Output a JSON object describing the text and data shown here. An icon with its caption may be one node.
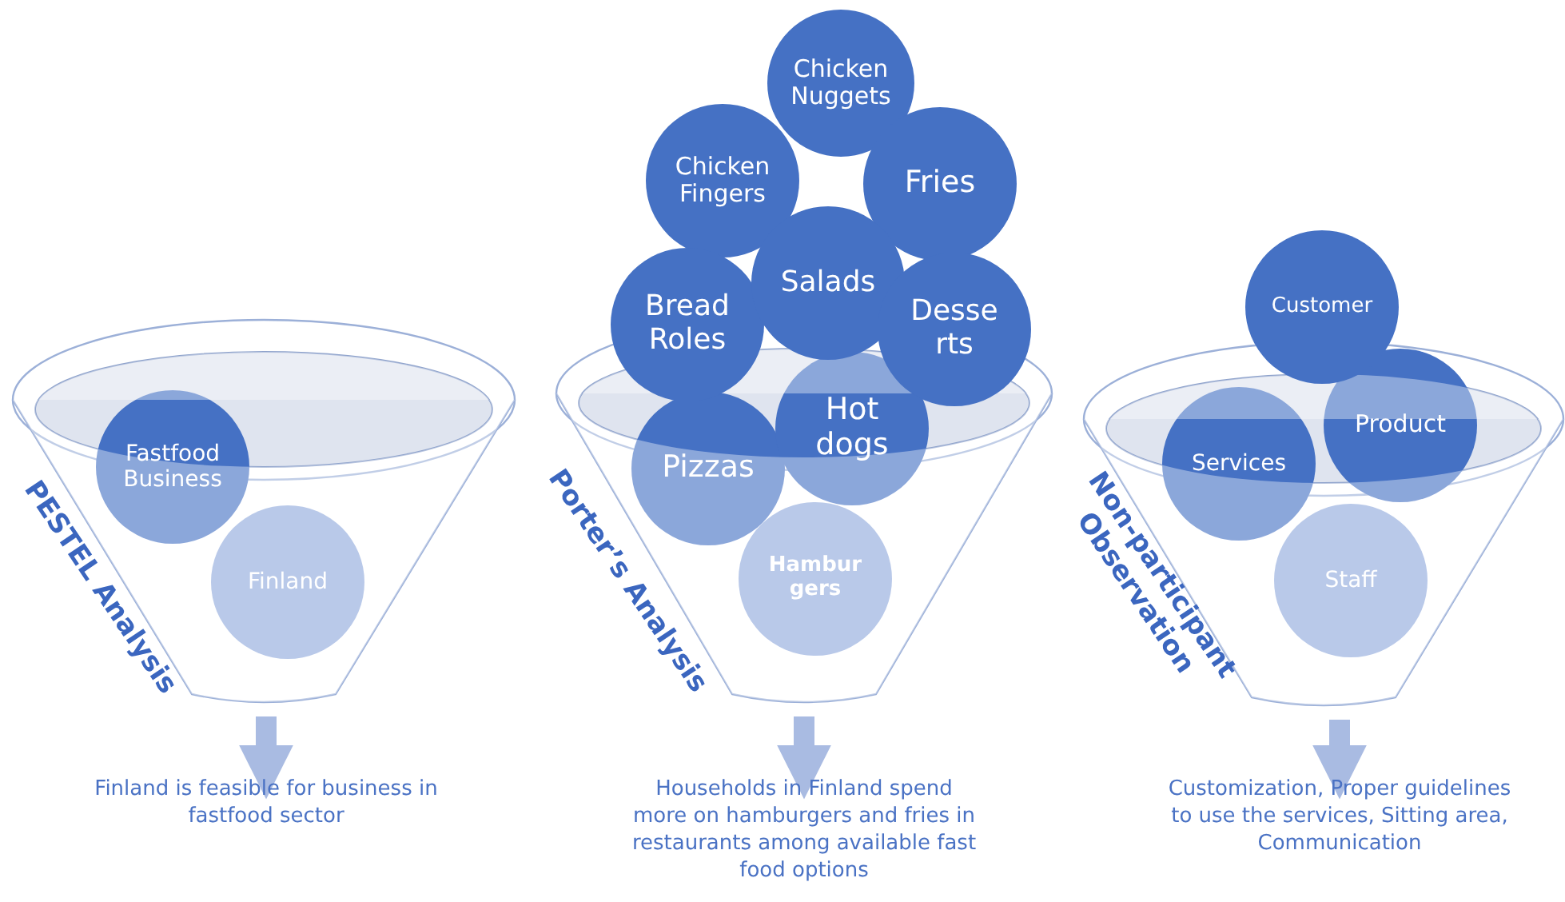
{
  "diagram": {
    "nodes": [
      {
        "text": [
          "PESTEL Analysis"
        ]
      },
      {
        "text": [
          "Fastfood Business"
        ],
        "in": 0
      },
      {
        "text": [
          "Finland"
        ],
        "in": 0
      },
      {
        "text": [
          "Finland is feasible for business in fastfood sector"
        ]
      },
      {
        "text": [
          "Porter’s Analysis"
        ]
      },
      {
        "text": [
          "Chicken Nuggets"
        ]
      },
      {
        "text": [
          "Chicken Fingers"
        ]
      },
      {
        "text": [
          "Fries"
        ]
      },
      {
        "text": [
          "Bread Roles"
        ]
      },
      {
        "text": [
          "Salads"
        ]
      },
      {
        "text": [
          "Desse rts"
        ]
      },
      {
        "text": [
          "Pizzas"
        ],
        "in": 4
      },
      {
        "text": [
          "Hot dogs"
        ],
        "in": 4
      },
      {
        "text": [
          "Hambur gers"
        ],
        "in": 4
      },
      {
        "text": [
          "Households in Finland spend more on hamburgers and fries in restaurants among available fast food options"
        ]
      },
      {
        "text": [
          "Non-participant Observation"
        ]
      },
      {
        "text": [
          "Customer"
        ]
      },
      {
        "text": [
          "Services"
        ],
        "in": 15
      },
      {
        "text": [
          "Product"
        ],
        "in": 15
      },
      {
        "text": [
          "Staff"
        ],
        "in": 15
      },
      {
        "text": [
          "Customization, Proper guidelines to use the services, Sitting area, Communication"
        ]
      }
    ],
    "edges": [
      {
        "from": 0,
        "to": 3,
        "arrow": "to"
      },
      {
        "from": 4,
        "to": 14,
        "arrow": "to"
      },
      {
        "from": 15,
        "to": 20,
        "arrow": "to"
      }
    ]
  }
}
